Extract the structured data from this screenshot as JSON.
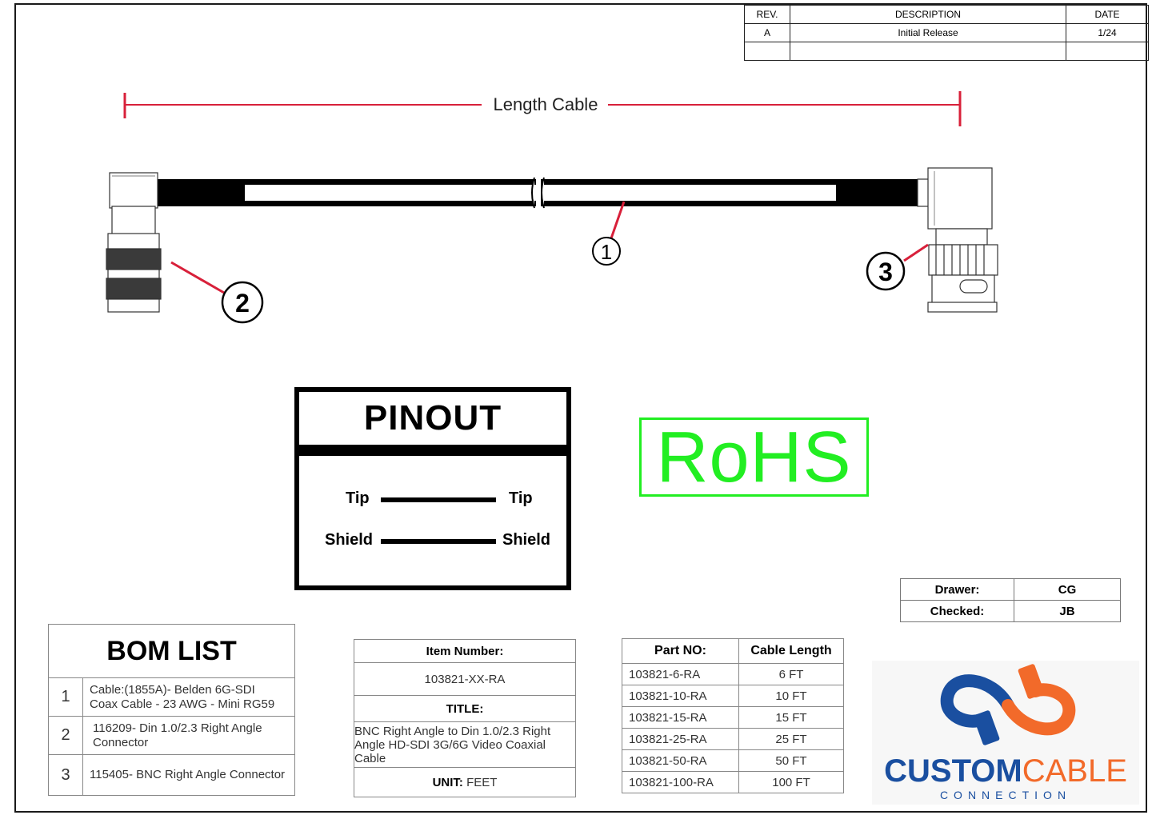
{
  "revision_table": {
    "headers": [
      "REV.",
      "DESCRIPTION",
      "DATE"
    ],
    "rows": [
      [
        "A",
        "Initial Release",
        "1/24"
      ],
      [
        "",
        "",
        ""
      ]
    ]
  },
  "dimension": {
    "label": "Length Cable"
  },
  "callouts": [
    "1",
    "2",
    "3"
  ],
  "pinout": {
    "title": "PINOUT",
    "rows": [
      {
        "left": "Tip",
        "right": "Tip"
      },
      {
        "left": "Shield",
        "right": "Shield"
      }
    ]
  },
  "rohs": {
    "text": "RoHS",
    "color": "#22ee22"
  },
  "drawer": {
    "rows": [
      {
        "label": "Drawer:",
        "value": "CG"
      },
      {
        "label": "Checked:",
        "value": "JB"
      }
    ]
  },
  "bom": {
    "title": "BOM LIST",
    "items": [
      {
        "num": "1",
        "line1": "Cable:(1855A)- Belden 6G-SDI",
        "line2": "Coax Cable - 23 AWG - Mini RG59"
      },
      {
        "num": "2",
        "line1": "116209- Din 1.0/2.3 Right Angle",
        "line2": "Connector"
      },
      {
        "num": "3",
        "line1": "115405- BNC Right Angle Connector",
        "line2": ""
      }
    ]
  },
  "item_box": {
    "item_label": "Item Number:",
    "item_value": "103821-XX-RA",
    "title_label": "TITLE:",
    "title_line1": "BNC Right Angle to Din 1.0/2.3 Right",
    "title_line2": "Angle HD-SDI 3G/6G Video Coaxial Cable",
    "unit_label": "UNIT:",
    "unit_value": " FEET"
  },
  "parts": {
    "headers": [
      "Part NO:",
      "Cable Length"
    ],
    "rows": [
      [
        "103821-6-RA",
        "6 FT"
      ],
      [
        "103821-10-RA",
        "10 FT"
      ],
      [
        "103821-15-RA",
        "15 FT"
      ],
      [
        "103821-25-RA",
        "25 FT"
      ],
      [
        "103821-50-RA",
        "50 FT"
      ],
      [
        "103821-100-RA",
        "100 FT"
      ]
    ]
  },
  "logo": {
    "word_a": "CUSTOM",
    "word_b": "CABLE",
    "sub": "CONNECTION",
    "blue": "#1a4fa0",
    "orange": "#f26a2a"
  },
  "colors": {
    "dimension_red": "#d8203a",
    "callout_red": "#d8203a"
  }
}
